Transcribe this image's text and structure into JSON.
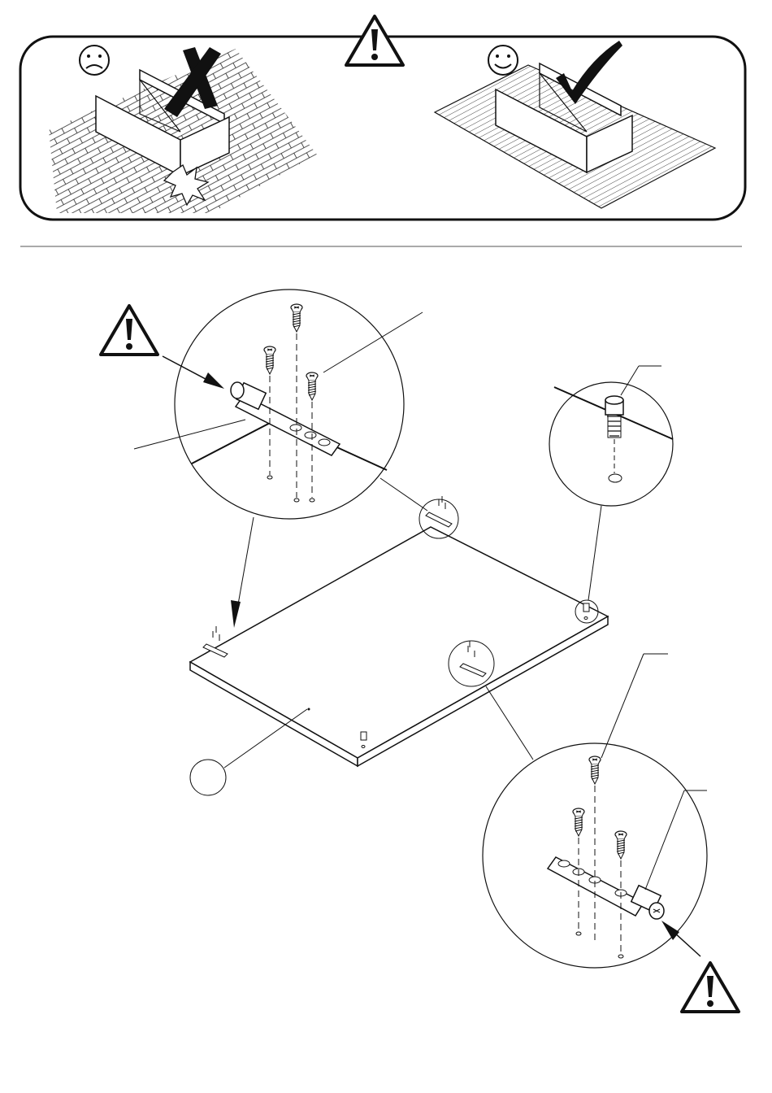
{
  "warning_box": {
    "bad_icon": "sad-face-icon",
    "good_icon": "happy-face-icon",
    "center_icon": "warning-triangle-icon",
    "bad_mark": "cross-mark-icon",
    "good_mark": "check-mark-icon",
    "bad_surface": "brick-floor",
    "good_surface": "carpet-rug"
  },
  "diagram": {
    "main_part": "panel-board",
    "part_label": "",
    "hinge_count": 3,
    "stud_count": 2,
    "warning_icons": 2,
    "colors": {
      "ink": "#111111",
      "paper": "#ffffff"
    }
  }
}
